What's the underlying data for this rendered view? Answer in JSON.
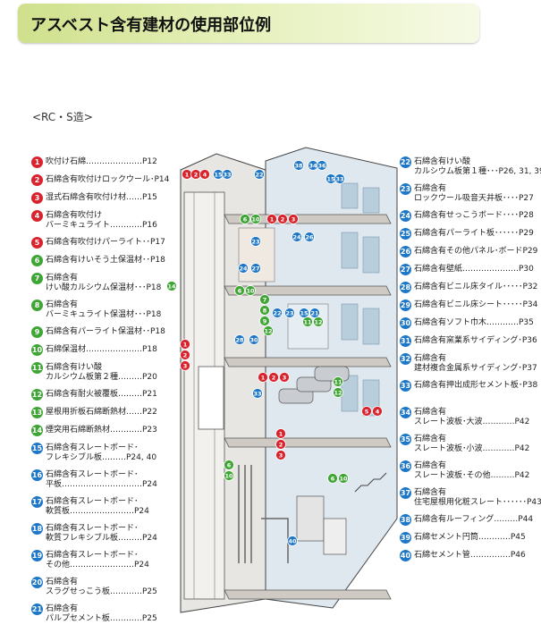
{
  "title": "アスベスト含有建材の使用部位例",
  "structure_label": "<RC・S造>",
  "legend_left": [
    {
      "no": "1",
      "color": "red",
      "lines": [
        "吹付け石綿…………………P12"
      ]
    },
    {
      "no": "2",
      "color": "red",
      "lines": [
        "石綿含有吹付けロックウール･P14"
      ]
    },
    {
      "no": "3",
      "color": "red",
      "lines": [
        "湿式石綿含有吹付け材……P15"
      ]
    },
    {
      "no": "4",
      "color": "red",
      "lines": [
        "石綿含有吹付け",
        "バーミキュライト…………P16"
      ]
    },
    {
      "no": "5",
      "color": "red",
      "lines": [
        "石綿含有吹付けパーライト･･P17"
      ]
    },
    {
      "no": "6",
      "color": "green",
      "lines": [
        "石綿含有けいそう土保温材･･P18"
      ]
    },
    {
      "no": "7",
      "color": "green",
      "lines": [
        "石綿含有",
        "けい酸カルシウム保温材･･･P18"
      ]
    },
    {
      "no": "8",
      "color": "green",
      "lines": [
        "石綿含有",
        "バーミキュライト保温材･･･P18"
      ]
    },
    {
      "no": "9",
      "color": "green",
      "lines": [
        "石綿含有パーライト保温材･･P18"
      ]
    },
    {
      "no": "10",
      "color": "green",
      "lines": [
        "石綿保温材…………………P18"
      ]
    },
    {
      "no": "11",
      "color": "green",
      "lines": [
        "石綿含有けい酸",
        "カルシウム板第２種………P20"
      ]
    },
    {
      "no": "12",
      "color": "green",
      "lines": [
        "石綿含有耐火被覆板………P21"
      ]
    },
    {
      "no": "13",
      "color": "green",
      "lines": [
        "屋根用折板石綿断熱材……P22"
      ]
    },
    {
      "no": "14",
      "color": "green",
      "lines": [
        "煙突用石綿断熱材…………P23"
      ]
    },
    {
      "no": "15",
      "color": "blue",
      "lines": [
        "石綿含有スレートボード･",
        "フレキシブル板………P24, 40"
      ]
    },
    {
      "no": "16",
      "color": "blue",
      "lines": [
        "石綿含有スレートボード･",
        "平板…………………………P24"
      ]
    },
    {
      "no": "17",
      "color": "blue",
      "lines": [
        "石綿含有スレートボード･",
        "軟質板……………………P24"
      ]
    },
    {
      "no": "18",
      "color": "blue",
      "lines": [
        "石綿含有スレートボード･",
        "軟質フレキシブル板………P24"
      ]
    },
    {
      "no": "19",
      "color": "blue",
      "lines": [
        "石綿含有スレートボード･",
        "その他……………………P24"
      ]
    },
    {
      "no": "20",
      "color": "blue",
      "lines": [
        "石綿含有",
        "スラグせっこう板…………P25"
      ]
    },
    {
      "no": "21",
      "color": "blue",
      "lines": [
        "石綿含有",
        "パルプセメント板…………P25"
      ]
    }
  ],
  "legend_right": [
    {
      "no": "22",
      "color": "blue",
      "lines": [
        "石綿含有けい酸",
        "カルシウム板第１種･･･P26, 31, 39"
      ]
    },
    {
      "no": "23",
      "color": "blue",
      "lines": [
        "石綿含有",
        "ロックウール吸音天井板････P27"
      ]
    },
    {
      "no": "24",
      "color": "blue",
      "lines": [
        "石綿含有せっこうボード････P28"
      ]
    },
    {
      "no": "25",
      "color": "blue",
      "lines": [
        "石綿含有パーライト板･･････P29"
      ]
    },
    {
      "no": "26",
      "color": "blue",
      "lines": [
        "石綿含有その他パネル･ボードP29"
      ]
    },
    {
      "no": "27",
      "color": "blue",
      "lines": [
        "石綿含有壁紙…………………P30"
      ]
    },
    {
      "no": "28",
      "color": "blue",
      "lines": [
        "石綿含有ビニル床タイル･････P32"
      ]
    },
    {
      "no": "29",
      "color": "blue",
      "lines": [
        "石綿含有ビニル床シート･････P34"
      ]
    },
    {
      "no": "30",
      "color": "blue",
      "lines": [
        "石綿含有ソフト巾木…………P35"
      ]
    },
    {
      "no": "31",
      "color": "blue",
      "lines": [
        "石綿含有窯業系サイディング･P36"
      ]
    },
    {
      "no": "32",
      "color": "blue",
      "lines": [
        "石綿含有",
        "建材複合金属系サイディング･P37"
      ]
    },
    {
      "no": "33",
      "color": "blue",
      "lines": [
        "石綿含有押出成形セメント板･P38"
      ]
    },
    {
      "no": "34",
      "color": "blue",
      "lines": [
        "石綿含有",
        "スレート波板･大波…………P42"
      ]
    },
    {
      "no": "35",
      "color": "blue",
      "lines": [
        "石綿含有",
        "スレート波板･小波…………P42"
      ]
    },
    {
      "no": "36",
      "color": "blue",
      "lines": [
        "石綿含有",
        "スレート波板･その他………P42"
      ]
    },
    {
      "no": "37",
      "color": "blue",
      "lines": [
        "石綿含有",
        "住宅屋根用化粧スレート･･････P43"
      ]
    },
    {
      "no": "38",
      "color": "blue",
      "lines": [
        "石綿含有ルーフィング………P44"
      ]
    },
    {
      "no": "39",
      "color": "blue",
      "lines": [
        "石綿セメント円筒…………P45"
      ]
    },
    {
      "no": "40",
      "color": "blue",
      "lines": [
        "石綿セメント管……………P46"
      ]
    }
  ],
  "markers": [
    {
      "no": "1",
      "color": "red"
    },
    {
      "no": "2",
      "color": "red"
    },
    {
      "no": "4",
      "color": "red"
    },
    {
      "no": "15",
      "color": "blue"
    },
    {
      "no": "33",
      "color": "blue"
    },
    {
      "no": "22",
      "color": "blue"
    },
    {
      "no": "38",
      "color": "blue"
    },
    {
      "no": "34",
      "color": "blue"
    },
    {
      "no": "36",
      "color": "blue"
    },
    {
      "no": "15",
      "color": "blue"
    },
    {
      "no": "33",
      "color": "blue"
    },
    {
      "no": "6",
      "color": "green"
    },
    {
      "no": "10",
      "color": "green"
    },
    {
      "no": "1",
      "color": "red"
    },
    {
      "no": "2",
      "color": "red"
    },
    {
      "no": "3",
      "color": "red"
    },
    {
      "no": "23",
      "color": "blue"
    },
    {
      "no": "24",
      "color": "blue"
    },
    {
      "no": "26",
      "color": "blue"
    },
    {
      "no": "14",
      "color": "green"
    },
    {
      "no": "24",
      "color": "blue"
    },
    {
      "no": "27",
      "color": "blue"
    },
    {
      "no": "6",
      "color": "green"
    },
    {
      "no": "10",
      "color": "green"
    },
    {
      "no": "7",
      "color": "green"
    },
    {
      "no": "8",
      "color": "green"
    },
    {
      "no": "9",
      "color": "green"
    },
    {
      "no": "22",
      "color": "blue"
    },
    {
      "no": "23",
      "color": "blue"
    },
    {
      "no": "15",
      "color": "blue"
    },
    {
      "no": "21",
      "color": "blue"
    },
    {
      "no": "12",
      "color": "green"
    },
    {
      "no": "28",
      "color": "blue"
    },
    {
      "no": "30",
      "color": "blue"
    },
    {
      "no": "11",
      "color": "green"
    },
    {
      "no": "12",
      "color": "green"
    },
    {
      "no": "1",
      "color": "red"
    },
    {
      "no": "2",
      "color": "red"
    },
    {
      "no": "3",
      "color": "red"
    },
    {
      "no": "1",
      "color": "red"
    },
    {
      "no": "2",
      "color": "red"
    },
    {
      "no": "3",
      "color": "red"
    },
    {
      "no": "33",
      "color": "blue"
    },
    {
      "no": "11",
      "color": "green"
    },
    {
      "no": "12",
      "color": "green"
    },
    {
      "no": "5",
      "color": "red"
    },
    {
      "no": "4",
      "color": "red"
    },
    {
      "no": "1",
      "color": "red"
    },
    {
      "no": "2",
      "color": "red"
    },
    {
      "no": "3",
      "color": "red"
    },
    {
      "no": "6",
      "color": "green"
    },
    {
      "no": "10",
      "color": "green"
    },
    {
      "no": "6",
      "color": "green"
    },
    {
      "no": "10",
      "color": "green"
    },
    {
      "no": "40",
      "color": "blue"
    }
  ],
  "colors": {
    "red": "#d9232d",
    "green": "#3fa535",
    "blue": "#1f77c7",
    "title_bg": "#cfe08c"
  }
}
